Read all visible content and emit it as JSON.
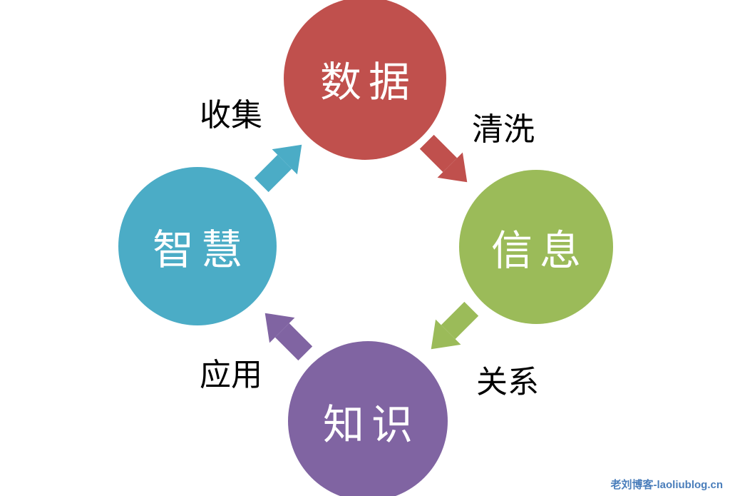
{
  "diagram": {
    "type": "cycle",
    "nodes": [
      {
        "id": "data",
        "label": "数据",
        "color": "#C0504D"
      },
      {
        "id": "information",
        "label": "信息",
        "color": "#9BBB59"
      },
      {
        "id": "knowledge",
        "label": "知识",
        "color": "#8064A2"
      },
      {
        "id": "wisdom",
        "label": "智慧",
        "color": "#4BACC6"
      }
    ],
    "arrows": [
      {
        "from": "wisdom",
        "to": "data",
        "label": "收集",
        "color": "#4BACC6",
        "direction": "up-right"
      },
      {
        "from": "data",
        "to": "information",
        "label": "清洗",
        "color": "#C0504D",
        "direction": "down-right"
      },
      {
        "from": "information",
        "to": "knowledge",
        "label": "关系",
        "color": "#9BBB59",
        "direction": "down-left"
      },
      {
        "from": "knowledge",
        "to": "wisdom",
        "label": "应用",
        "color": "#8064A2",
        "direction": "up-left"
      }
    ]
  },
  "watermark": {
    "text": "老刘博客-laoliublog.cn",
    "color": "#4A7EBB"
  }
}
